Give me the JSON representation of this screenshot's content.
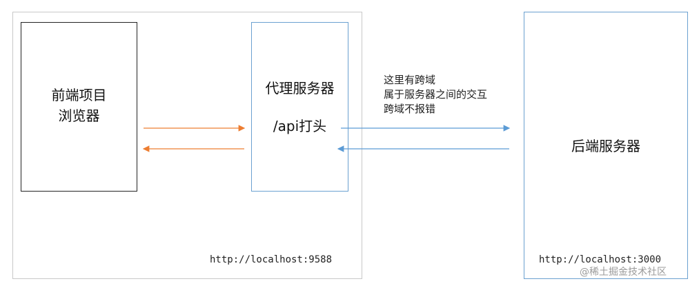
{
  "frontend": {
    "title": "前端项目\n浏览器"
  },
  "proxy": {
    "title": "代理服务器",
    "subtitle": "/api打头",
    "url": "http://localhost:9588"
  },
  "backend": {
    "title": "后端服务器",
    "url": "http://localhost:3000"
  },
  "note": {
    "lines": [
      "这里有跨域",
      "属于服务器之间的交互",
      "跨域不报错"
    ]
  },
  "watermark": "@稀土掘金技术社区",
  "colors": {
    "frontend_arrows": "#ed7d31",
    "backend_arrows": "#5b9bd5",
    "proxy_border": "#6aa0d0",
    "frame_border": "#c8c8c8"
  }
}
